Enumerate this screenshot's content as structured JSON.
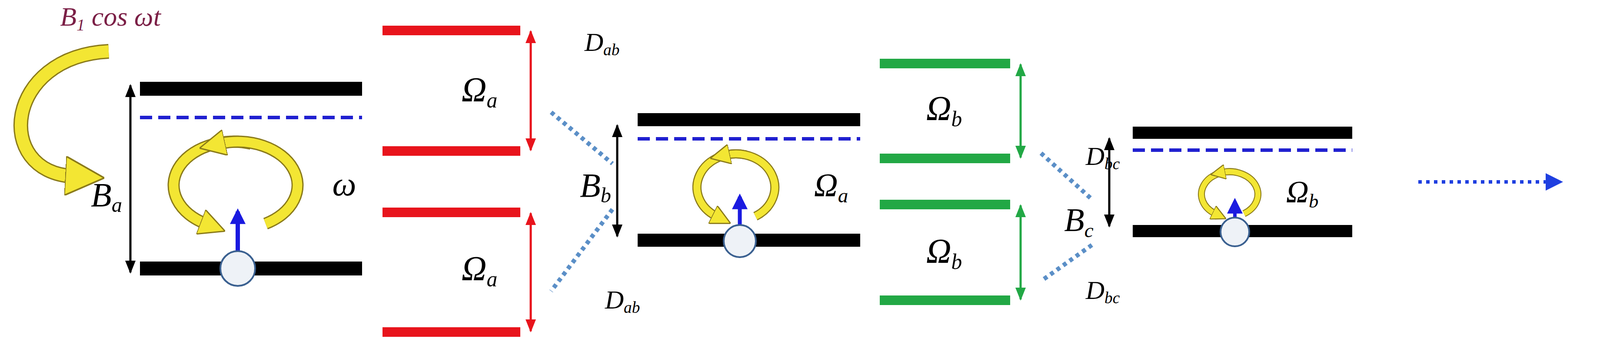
{
  "diagram": {
    "labels": [
      "B1 cos ωt",
      "Ba",
      "ω",
      "Ωa",
      "Ωa",
      "Dab",
      "Dab",
      "Bb",
      "Ωa",
      "Ωb",
      "Ωb",
      "Dbc",
      "Dbc",
      "Bc",
      "Ωb"
    ]
  }
}
